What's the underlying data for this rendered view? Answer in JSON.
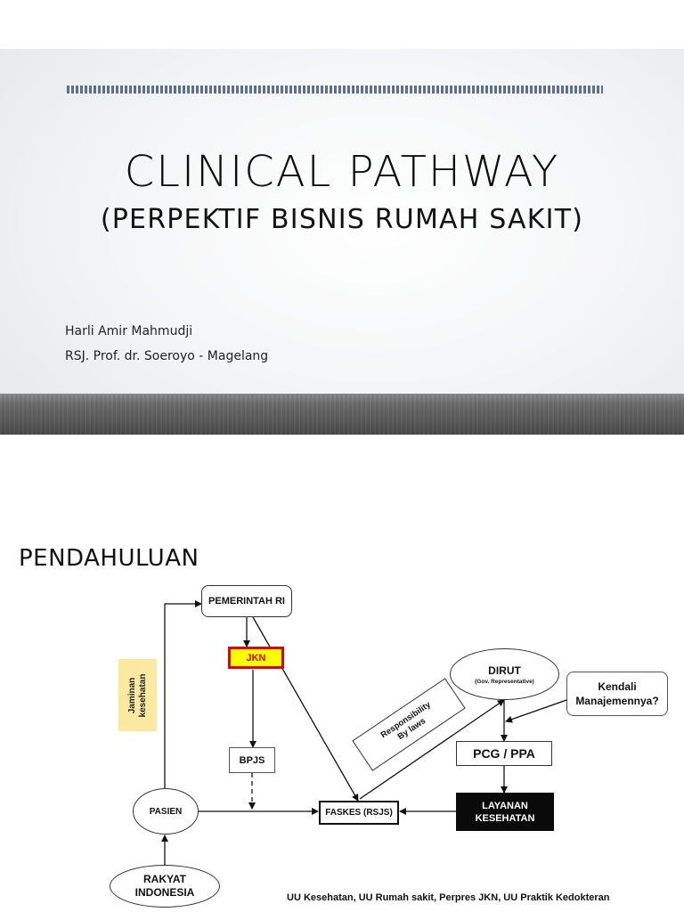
{
  "slide1": {
    "title": "CLINICAL PATHWAY",
    "subtitle": "(PERPEKTIF BISNIS RUMAH SAKIT)",
    "author": "Harli Amir Mahmudji",
    "affiliation": "RSJ. Prof. dr. Soeroyo - Magelang"
  },
  "slide2": {
    "title": "PENDAHULUAN",
    "nodes": {
      "pemerintah": "PEMERINTAH RI",
      "jkn": "JKN",
      "bpjs": "BPJS",
      "dirut": "DIRUT",
      "dirut_sub": "(Gov. Representative)",
      "kendali_line1": "Kendali",
      "kendali_line2": "Manajemennya?",
      "pcg": "PCG / PPA",
      "layanan_line1": "LAYANAN",
      "layanan_line2": "KESEHATAN",
      "pasien": "PASIEN",
      "faskes": "FASKES (RSJS)",
      "rakyat_line1": "RAKYAT",
      "rakyat_line2": "INDONESIA",
      "jaminan_line1": "Jaminan",
      "jaminan_line2": "kesehatan",
      "resp_line1": "Responsibility",
      "resp_line2": "By laws"
    },
    "footer": "UU Kesehatan, UU Rumah sakit, Perpres JKN, UU Praktik Kedokteran"
  },
  "colors": {
    "jkn_fill": "#ffff00",
    "jkn_border": "#e0000b",
    "jaminan_fill": "#fbe9a2",
    "layanan_fill": "#0a0a0a",
    "accent_bar": "#5b6f91"
  }
}
